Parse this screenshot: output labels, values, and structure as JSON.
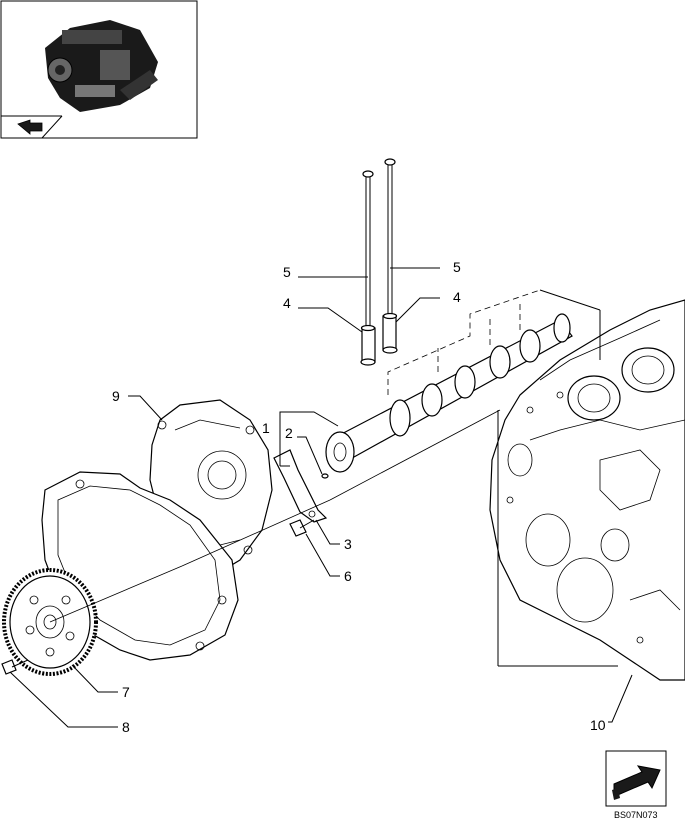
{
  "callouts": {
    "c1": "1",
    "c2": "2",
    "c3": "3",
    "c4a": "4",
    "c4b": "4",
    "c5a": "5",
    "c5b": "5",
    "c6": "6",
    "c7": "7",
    "c8": "8",
    "c9": "9",
    "c10": "10"
  },
  "figure_code": "BS07N073",
  "icons": {
    "thumbnail": "engine-thumbnail-icon",
    "back_arrow": "back-arrow-icon",
    "next_arrow": "next-arrow-icon"
  }
}
